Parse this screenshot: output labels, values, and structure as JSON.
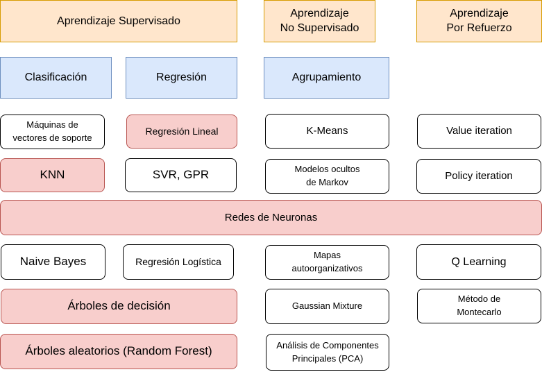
{
  "headers": {
    "supervised": "Aprendizaje Supervisado",
    "unsupervised": [
      "Aprendizaje",
      "No Supervisado"
    ],
    "reinforcement": [
      "Aprendizaje",
      "Por Refuerzo"
    ]
  },
  "categories": {
    "classification": "Clasificación",
    "regression": "Regresión",
    "clustering": "Agrupamiento"
  },
  "algorithms": {
    "svm": [
      "Máquinas de",
      "vectores de soporte"
    ],
    "linear_regression": "Regresión Lineal",
    "kmeans": "K-Means",
    "value_iteration": "Value iteration",
    "knn": "KNN",
    "svr_gpr": "SVR, GPR",
    "hmm": [
      "Modelos ocultos",
      "de Markov"
    ],
    "policy_iteration": "Policy iteration",
    "neural_networks": "Redes de Neuronas",
    "naive_bayes": "Naive Bayes",
    "logistic_regression": "Regresión Logística",
    "som": [
      "Mapas",
      "autoorganizativos"
    ],
    "q_learning": "Q Learning",
    "decision_trees": "Árboles de decisión",
    "gaussian_mixture": "Gaussian Mixture",
    "monte_carlo": [
      "Método de",
      "Montecarlo"
    ],
    "random_forest": "Árboles aleatorios (Random Forest)",
    "pca": [
      "Análisis de Componentes",
      "Principales (PCA)"
    ]
  },
  "colors": {
    "header_fill": "#ffe6cc",
    "header_border": "#d79b00",
    "category_fill": "#dae8fc",
    "category_border": "#6c8ebf",
    "highlight_fill": "#f8cecc",
    "highlight_border": "#b85450"
  }
}
